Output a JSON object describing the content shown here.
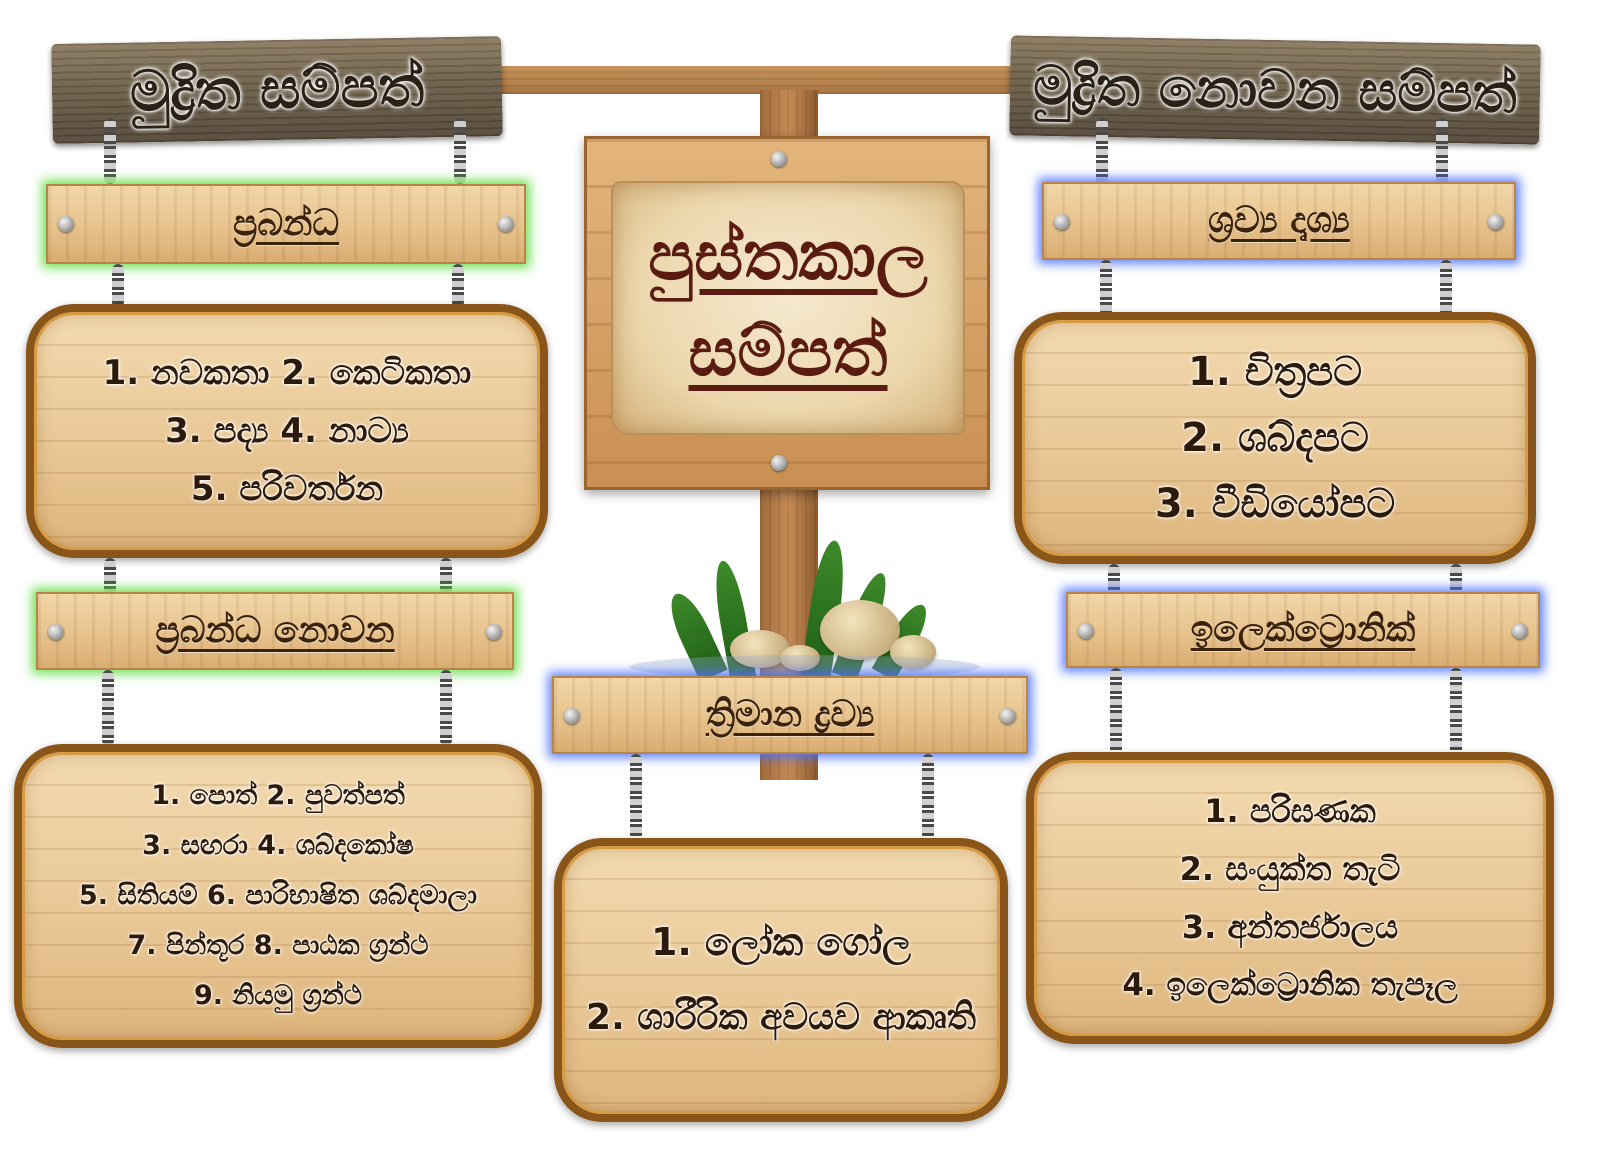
{
  "top_headers": {
    "left": "මුද්‍රිත සම්පත්",
    "right": "මුද්‍රිත නොවන සම්පත්"
  },
  "center": {
    "line1": "පුස්තකාල",
    "line2": "සම්පත්"
  },
  "categories": {
    "printed_books": {
      "label": "ප්‍රබන්ධ",
      "items": [
        "1. නවකතා 2. කෙටිකතා",
        "3. පද්‍ය 4. නාට්‍ය",
        "5. පරිවර්තන"
      ]
    },
    "printed_non_fiction": {
      "label": "ප්‍රබන්ධ නොවන",
      "items": [
        "1. පොත් 2. පුවත්පත්",
        "3. සඟරා 4. ශබ්දකෝෂ",
        "5. සිතියම් 6. පාරිභාෂිත ශබ්දමාලා",
        "7. පින්තූර 8. පාඨක ග්‍රන්ථ",
        "9. නියමු ග්‍රන්ථ"
      ]
    },
    "three_d": {
      "label": "ත්‍රිමාන ද්‍රව්‍ය",
      "items": [
        "1. ලෝක ගෝල",
        "2. ශාරීරික අවයව ආකෘති"
      ]
    },
    "audio_visual": {
      "label": "ශ්‍රව්‍ය දෘශ්‍ය",
      "items": [
        "1. චිත්‍රපට",
        "2. ශබ්දපට",
        "3. වීඩියෝපට"
      ]
    },
    "electronic": {
      "label": "ඉලෙක්ට්‍රොනික්",
      "items": [
        "1. පරිඝණක",
        "2. සංයුක්ත තැටි",
        "3. අන්තර්ජාලය",
        "4. ඉලෙක්ට්‍රොනික තැපෑල"
      ]
    }
  },
  "colors": {
    "glow_printed": "#5adc3c",
    "glow_non_printed": "#466eff",
    "center_title": "#5a1c10"
  }
}
